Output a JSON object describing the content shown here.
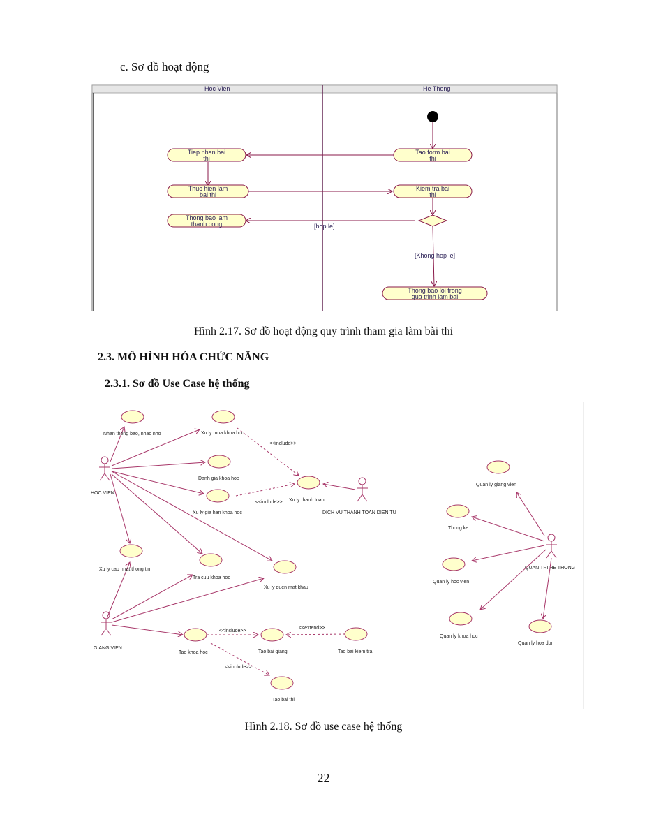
{
  "heading_c": "c. Sơ đồ hoạt động",
  "activity": {
    "lane_left": "Hoc Vien",
    "lane_right": "He Thong",
    "nodes": {
      "tiep_nhan_1": "Tiep nhan bai",
      "tiep_nhan_2": "thi",
      "tao_form_1": "Tao form bai",
      "tao_form_2": "thi",
      "thuc_hien_1": "Thuc hien lam",
      "thuc_hien_2": "bai thi",
      "kiem_tra_1": "Kiem tra bai",
      "kiem_tra_2": "thi",
      "thong_bao_1": "Thong bao lam",
      "thong_bao_2": "thanh cong",
      "loi_1": "Thong bao loi trong",
      "loi_2": "qua trinh lam bai"
    },
    "guard_ok": "[hop le]",
    "guard_fail": "[Khong hop le]"
  },
  "caption_217": "Hình 2.17. Sơ đồ hoạt động quy trình tham gia làm bài thi",
  "section_23": "2.3. MÔ HÌNH HÓA CHỨC NĂNG",
  "section_231": "2.3.1. Sơ đồ Use Case hệ thống",
  "usecase": {
    "actors": {
      "hoc_vien": "HOC VIEN",
      "giang_vien": "GIANG VIEN",
      "dich_vu": "DICH VU THANH TOAN DIEN TU",
      "quan_tri": "QUAN TRI HE THONG"
    },
    "cases": {
      "nhan_thong_bao": "Nhan thong bao, nhac nho",
      "mua_khoa_hoc": "Xu ly mua khoa hoc",
      "danh_gia": "Danh gia khoa hoc",
      "gia_han": "Xu ly gia han khoa hoc",
      "thanh_toan": "Xu ly thanh toan",
      "cap_nhat": "Xu ly cap nhat thong tin",
      "tra_cuu": "Tra cuu khoa hoc",
      "quen_mk": "Xu ly quen mat khau",
      "tao_khoa_hoc": "Tao khoa hoc",
      "tao_bai_giang": "Tao bai giang",
      "tao_kiem_tra": "Tao bai kiem tra",
      "tao_bai_thi": "Tao bai thi",
      "ql_giang_vien": "Quan ly giang vien",
      "thong_ke": "Thong ke",
      "ql_hoc_vien": "Quan ly hoc vien",
      "ql_khoa_hoc": "Quan ly khoa hoc",
      "ql_hoa_don": "Quan ly hoa don"
    },
    "include": "<<include>>",
    "extend": "<<extend>>"
  },
  "caption_218": "Hình 2.18. Sơ đồ use case hệ thống",
  "page_number": "22"
}
